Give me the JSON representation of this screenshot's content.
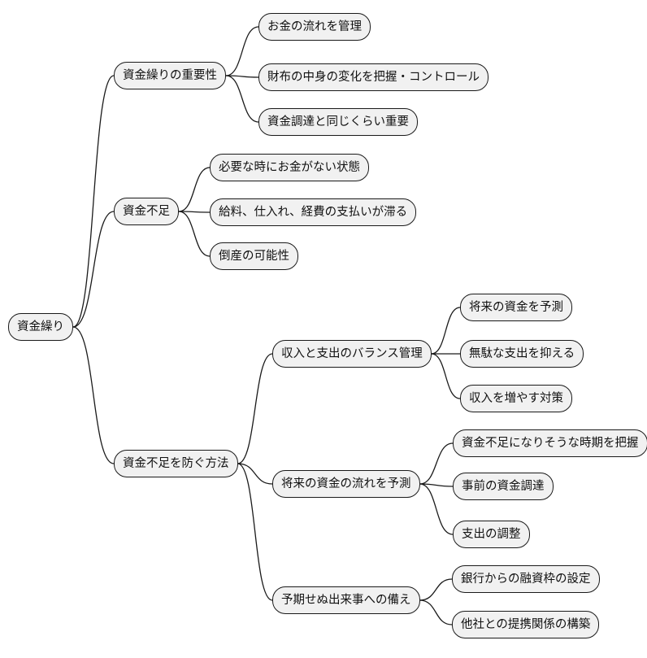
{
  "mindmap": {
    "title": "資金繰り mind map",
    "style": {
      "background": "#ffffff",
      "node_fill": "#f1f1f1",
      "node_border": "#1a1a1a",
      "line_color": "#1a1a1a"
    },
    "root": {
      "label": "資金繰り"
    },
    "branches": [
      {
        "label": "資金繰りの重要性",
        "children": [
          {
            "label": "お金の流れを管理"
          },
          {
            "label": "財布の中身の変化を把握・コントロール"
          },
          {
            "label": "資金調達と同じくらい重要"
          }
        ]
      },
      {
        "label": "資金不足",
        "children": [
          {
            "label": "必要な時にお金がない状態"
          },
          {
            "label": "給料、仕入れ、経費の支払いが滞る"
          },
          {
            "label": "倒産の可能性"
          }
        ]
      },
      {
        "label": "資金不足を防ぐ方法",
        "children": [
          {
            "label": "収入と支出のバランス管理",
            "children": [
              {
                "label": "将来の資金を予測"
              },
              {
                "label": "無駄な支出を抑える"
              },
              {
                "label": "収入を増やす対策"
              }
            ]
          },
          {
            "label": "将来の資金の流れを予測",
            "children": [
              {
                "label": "資金不足になりそうな時期を把握"
              },
              {
                "label": "事前の資金調達"
              },
              {
                "label": "支出の調整"
              }
            ]
          },
          {
            "label": "予期せぬ出来事への備え",
            "children": [
              {
                "label": "銀行からの融資枠の設定"
              },
              {
                "label": "他社との提携関係の構築"
              }
            ]
          }
        ]
      }
    ]
  }
}
